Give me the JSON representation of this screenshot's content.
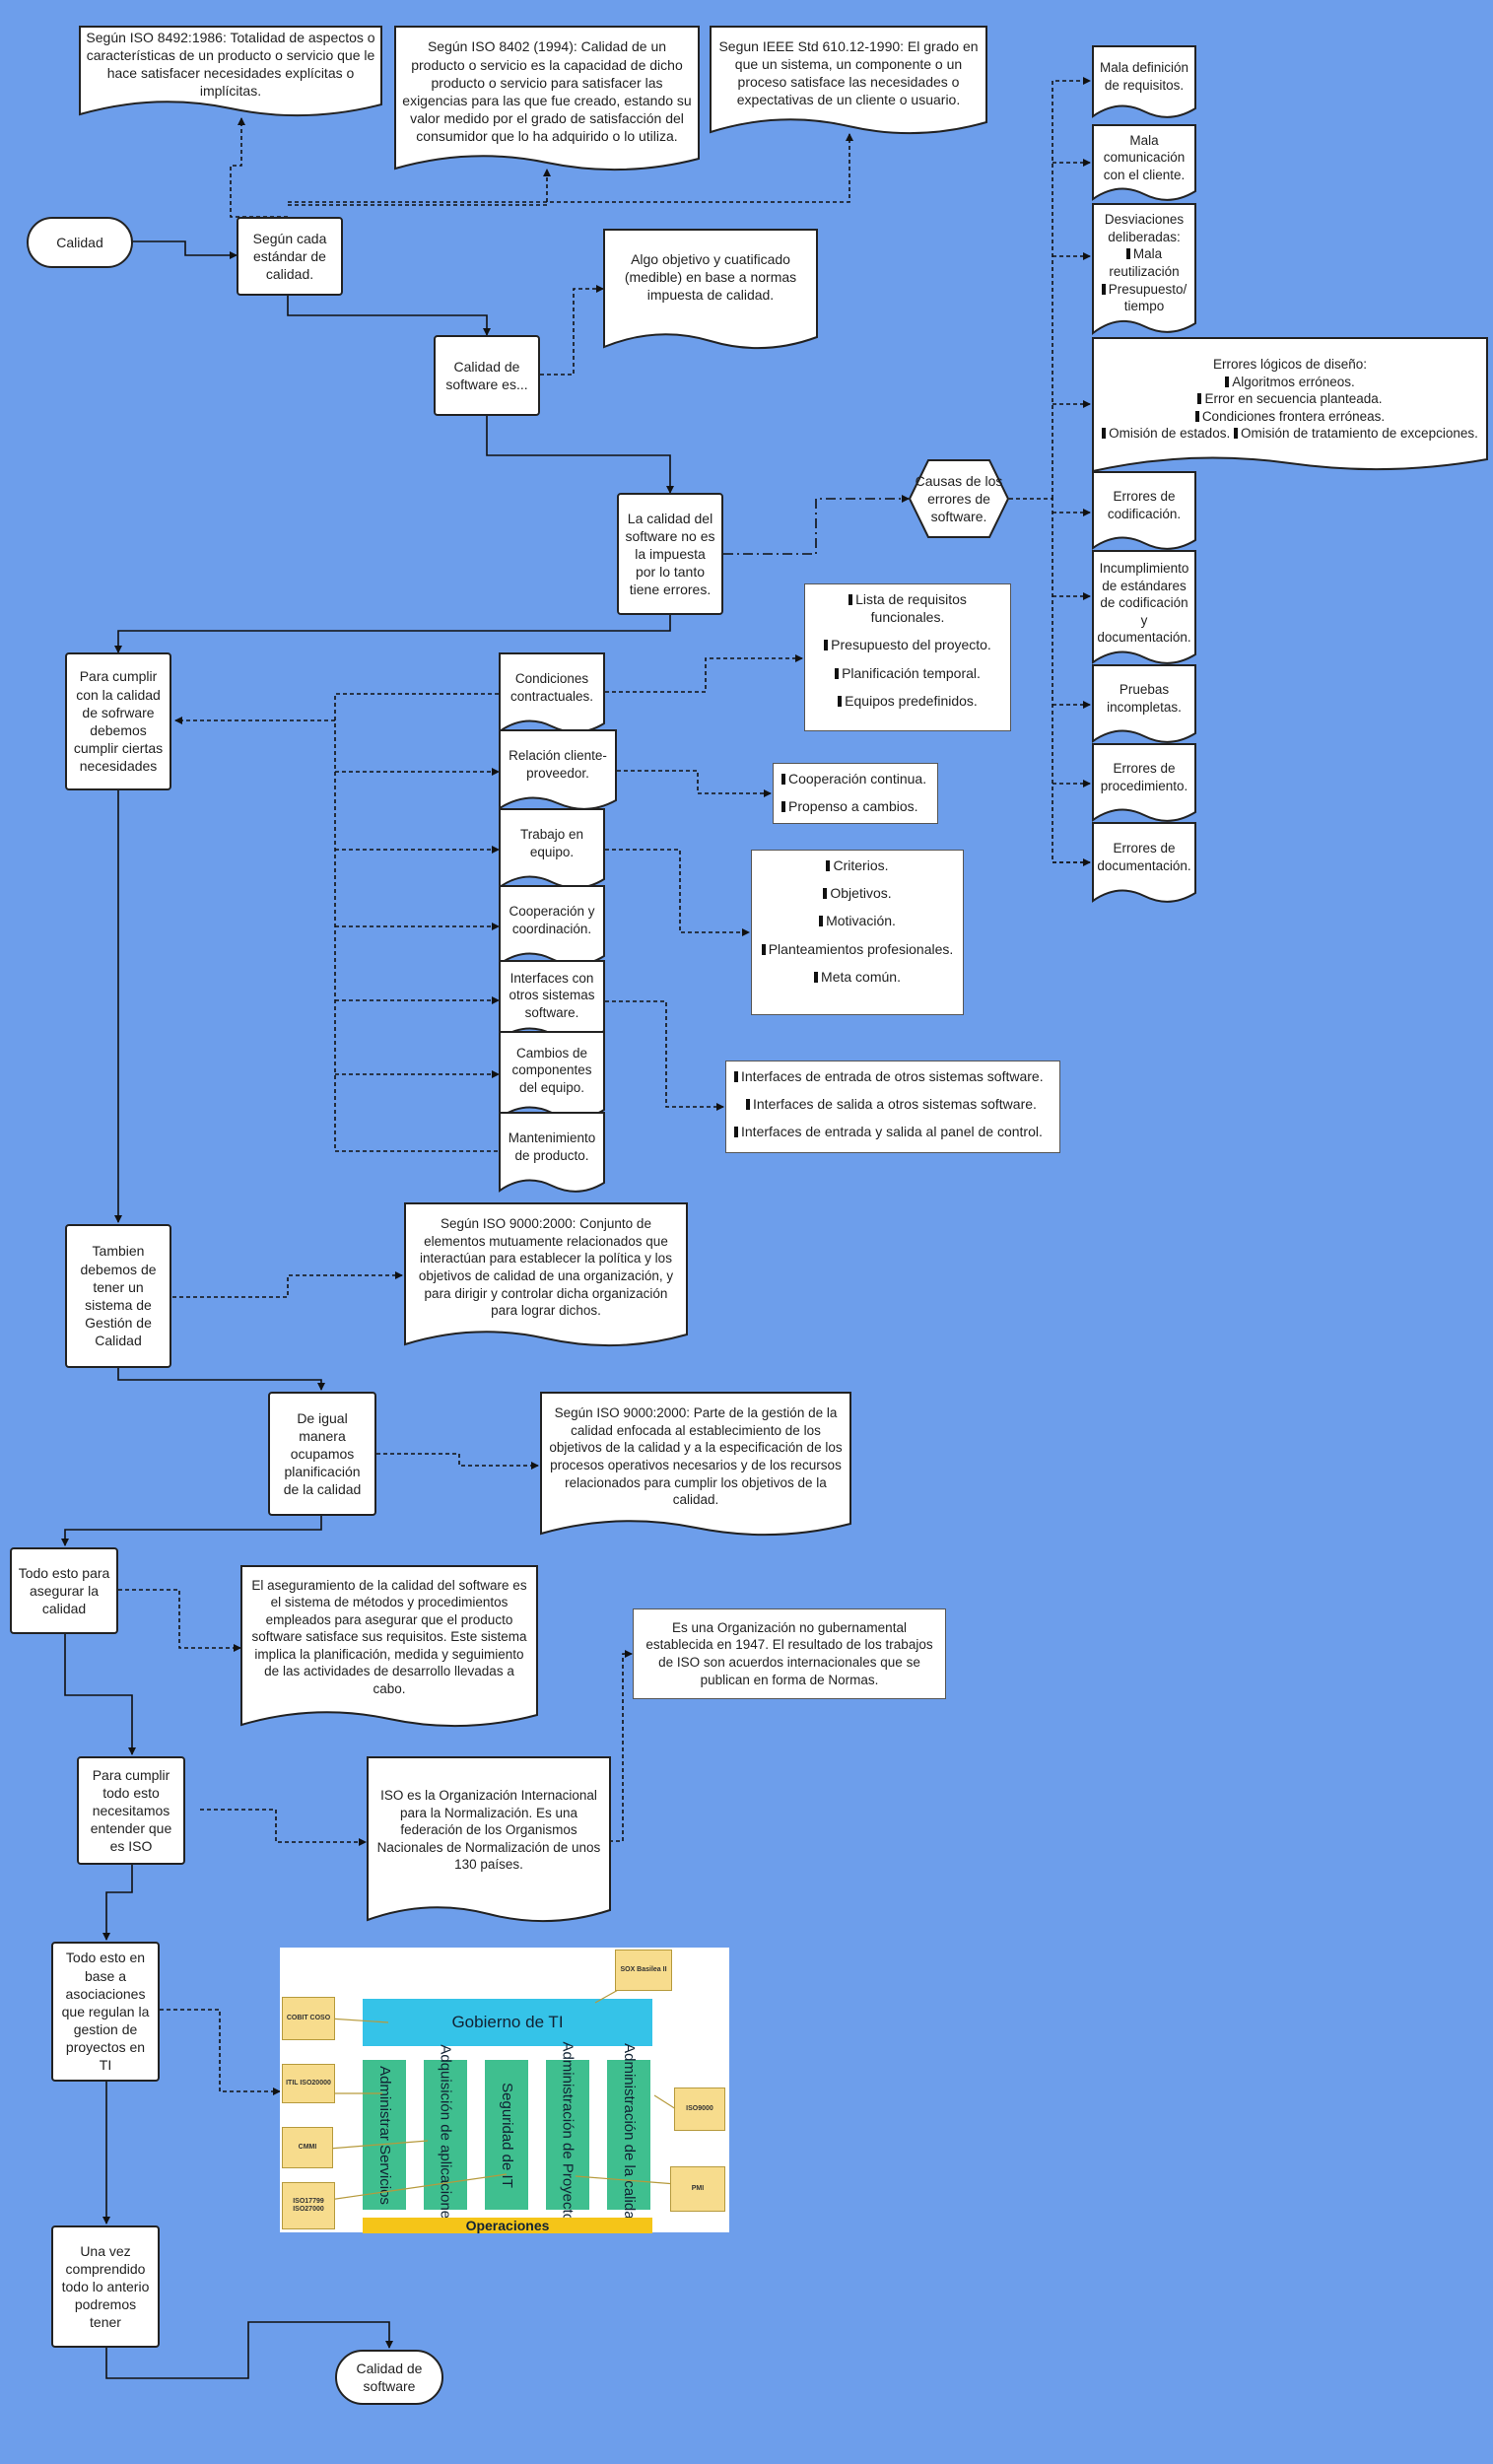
{
  "nodes": {
    "calidad": "Calidad",
    "segun_cada": "Según cada estándar de calidad.",
    "iso8492": "Según ISO 8492:1986: Totalidad de aspectos o características de un producto o servicio que le hace satisfacer necesidades explícitas o implícitas.",
    "iso8402": "Según ISO 8402 (1994): Calidad de un producto o servicio es la capacidad de dicho producto o servicio para satisfacer las exigencias para las que fue creado, estando su valor medido por el grado de satisfacción del consumidor que lo ha adquirido o lo utiliza.",
    "ieee": "Segun IEEE Std 610.12-1990: El grado en que un sistema, un componente o un proceso satisface las necesidades o expectativas de un cliente o usuario.",
    "calidad_sw_es": "Calidad de software es...",
    "algo_objetivo": "Algo objetivo y cuatificado (medible) en base a normas impuesta de calidad.",
    "no_impuesta": "La calidad del software no es la impuesta por lo tanto tiene errores.",
    "causas": "Causas de los errores de software.",
    "para_cumplir": "Para cumplir con la calidad de sofrware debemos cumplir ciertas necesidades",
    "condiciones": "Condiciones contractuales.",
    "relacion": "Relación cliente-proveedor.",
    "trabajo": "Trabajo en equipo.",
    "cooperacion": "Cooperación y coordinación.",
    "interfaces": "Interfaces con otros sistemas software.",
    "cambios": "Cambios de componentes del equipo.",
    "mantenimiento": "Mantenimiento de producto.",
    "tambien": "Tambien debemos de tener un sistema de Gestión de Calidad",
    "iso9000_a": "Según ISO 9000:2000: Conjunto de elementos mutuamente relacionados que interactúan para establecer la política y los objetivos de calidad de una organización, y para dirigir y controlar dicha organización para lograr dichos.",
    "de_igual": "De igual manera ocupamos planificación de la calidad",
    "iso9000_b": "Según ISO 9000:2000: Parte de la gestión de la calidad enfocada al establecimiento de los objetivos de la calidad y a la especificación de los procesos operativos necesarios y de los recursos relacionados para cumplir los objetivos de la calidad.",
    "todo_esto": "Todo esto para asegurar la calidad",
    "aseguramiento": "El aseguramiento de la calidad del software es el sistema de métodos y procedimientos empleados para asegurar que el producto software satisface sus requisitos. Este sistema implica la planificación, medida y seguimiento de las actividades de desarrollo llevadas a cabo.",
    "para_cumplir_iso": "Para cumplir todo esto necesitamos entender que es ISO",
    "iso_es": "ISO es la Organización Internacional para la Normalización. Es una federación de los Organismos Nacionales de Normalización de unos 130 países.",
    "es_una_org": "Es una Organización no gubernamental establecida en 1947. El resultado de los trabajos de ISO son acuerdos internacionales que se publican en forma de Normas.",
    "todo_esto_base": "Todo esto en base a asociaciones que regulan la gestion de proyectos en TI",
    "una_vez": "Una vez comprendido todo lo anterio podremos tener",
    "calidad_sw_final": "Calidad de software"
  },
  "errors": {
    "mala_def": "Mala definición de requisitos.",
    "mala_com": "Mala comunicación con el cliente.",
    "desviaciones_title": "Desviaciones deliberadas:",
    "desviaciones_items": [
      "Mala reutilización",
      "Presupuesto/ tiempo"
    ],
    "logicos_title": "Errores lógicos de diseño:",
    "logicos_l1": "Algoritmos erróneos.",
    "logicos_l2": "Error en secuencia planteada.",
    "logicos_l3": "Condiciones frontera erróneas.",
    "logicos_l4a": "Omisión de estados.",
    "logicos_l4b": "Omisión de tratamiento de excepciones.",
    "codificacion": "Errores de codificación.",
    "incumplimiento": "Incumplimiento de estándares de codificación y documentación.",
    "pruebas": "Pruebas incompletas.",
    "procedimiento": "Errores de procedimiento.",
    "documentacion": "Errores de documentación."
  },
  "lists": {
    "contractuales": [
      "Lista de requisitos funcionales.",
      "Presupuesto del proyecto.",
      "Planificación temporal.",
      "Equipos predefinidos."
    ],
    "cliente": [
      "Cooperación continua.",
      "Propenso a cambios."
    ],
    "equipo": [
      "Criterios.",
      "Objetivos.",
      "Motivación.",
      "Planteamientos profesionales.",
      "Meta común."
    ],
    "interfaces": [
      "Interfaces de entrada de otros sistemas software.",
      "Interfaces de salida a otros sistemas software.",
      "Interfaces de entrada y salida al panel de control."
    ]
  },
  "image_panel": {
    "gobierno": "Gobierno de TI",
    "operaciones": "Operaciones",
    "columns": [
      "Administrar Servicios",
      "Adquisición de aplicaciones",
      "Seguridad de IT",
      "Administración de Proyectos",
      "Administración de la calidad"
    ],
    "tags": {
      "sox": "SOX Basilea II",
      "cobit": "COBIT COSO",
      "itil": "ITIL ISO20000",
      "cmmi": "CMMI",
      "iso17799": "ISO17799 ISO27000",
      "iso9000": "ISO9000",
      "pmi": "PMI"
    }
  },
  "colors": {
    "background": "#6d9eeb",
    "node_fill": "#ffffff",
    "line": "#1a1a1a",
    "gobierno": "#35c3e8",
    "columns": "#3fbf8f",
    "operaciones": "#f5c518",
    "tags": "#f7dc8d"
  }
}
